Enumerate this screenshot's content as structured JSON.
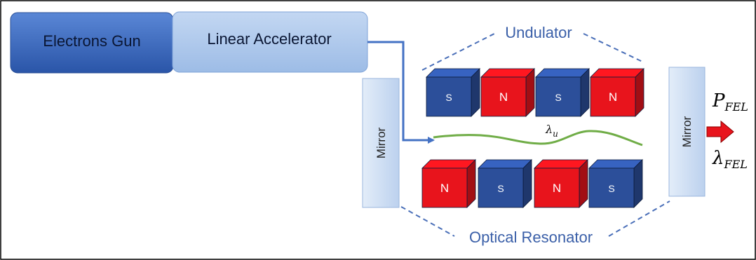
{
  "blocks": {
    "electron_gun": "Electrons Gun",
    "linear_accelerator": "Linear Accelerator",
    "mirror_left": "Mirror",
    "mirror_right": "Mirror"
  },
  "labels": {
    "undulator": "Undulator",
    "optical_resonator": "Optical Resonator",
    "lambda_u_main": "λ",
    "lambda_u_sub": "u",
    "p_fel_main": "P",
    "p_fel_sub": "FEL",
    "lambda_fel_main": "λ",
    "lambda_fel_sub": "FEL"
  },
  "magnets": {
    "top_row": [
      "S",
      "N",
      "S",
      "N"
    ],
    "bottom_row": [
      "N",
      "S",
      "N",
      "S"
    ]
  },
  "colors": {
    "gun_fill": "#3b6dc2",
    "accelerator_fill": "#a9c5ea",
    "mirror_fill": "#d5e4f5",
    "magnet_s": "#2c4f9a",
    "magnet_n": "#e8141c",
    "beam": "#4472c4",
    "wave": "#70ad47",
    "dashed": "#4a6fb8",
    "label": "#3a5fa8",
    "output_arrow": "#e8141c"
  }
}
